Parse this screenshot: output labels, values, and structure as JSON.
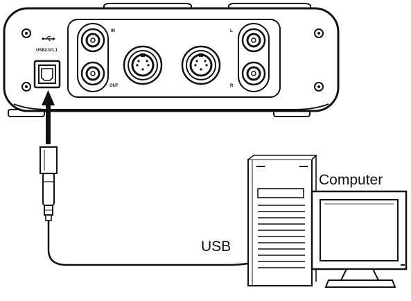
{
  "labels": {
    "usb_port": "USB2.0/1.1",
    "in": "IN",
    "out": "OUT",
    "left": "L",
    "right": "R",
    "computer": "Computer",
    "usb_cable": "USB"
  },
  "icons": {
    "usb_symbol": "usb-icon"
  },
  "colors": {
    "line": "#111111",
    "device_body": "#ffffff",
    "background": "#ffffff"
  }
}
